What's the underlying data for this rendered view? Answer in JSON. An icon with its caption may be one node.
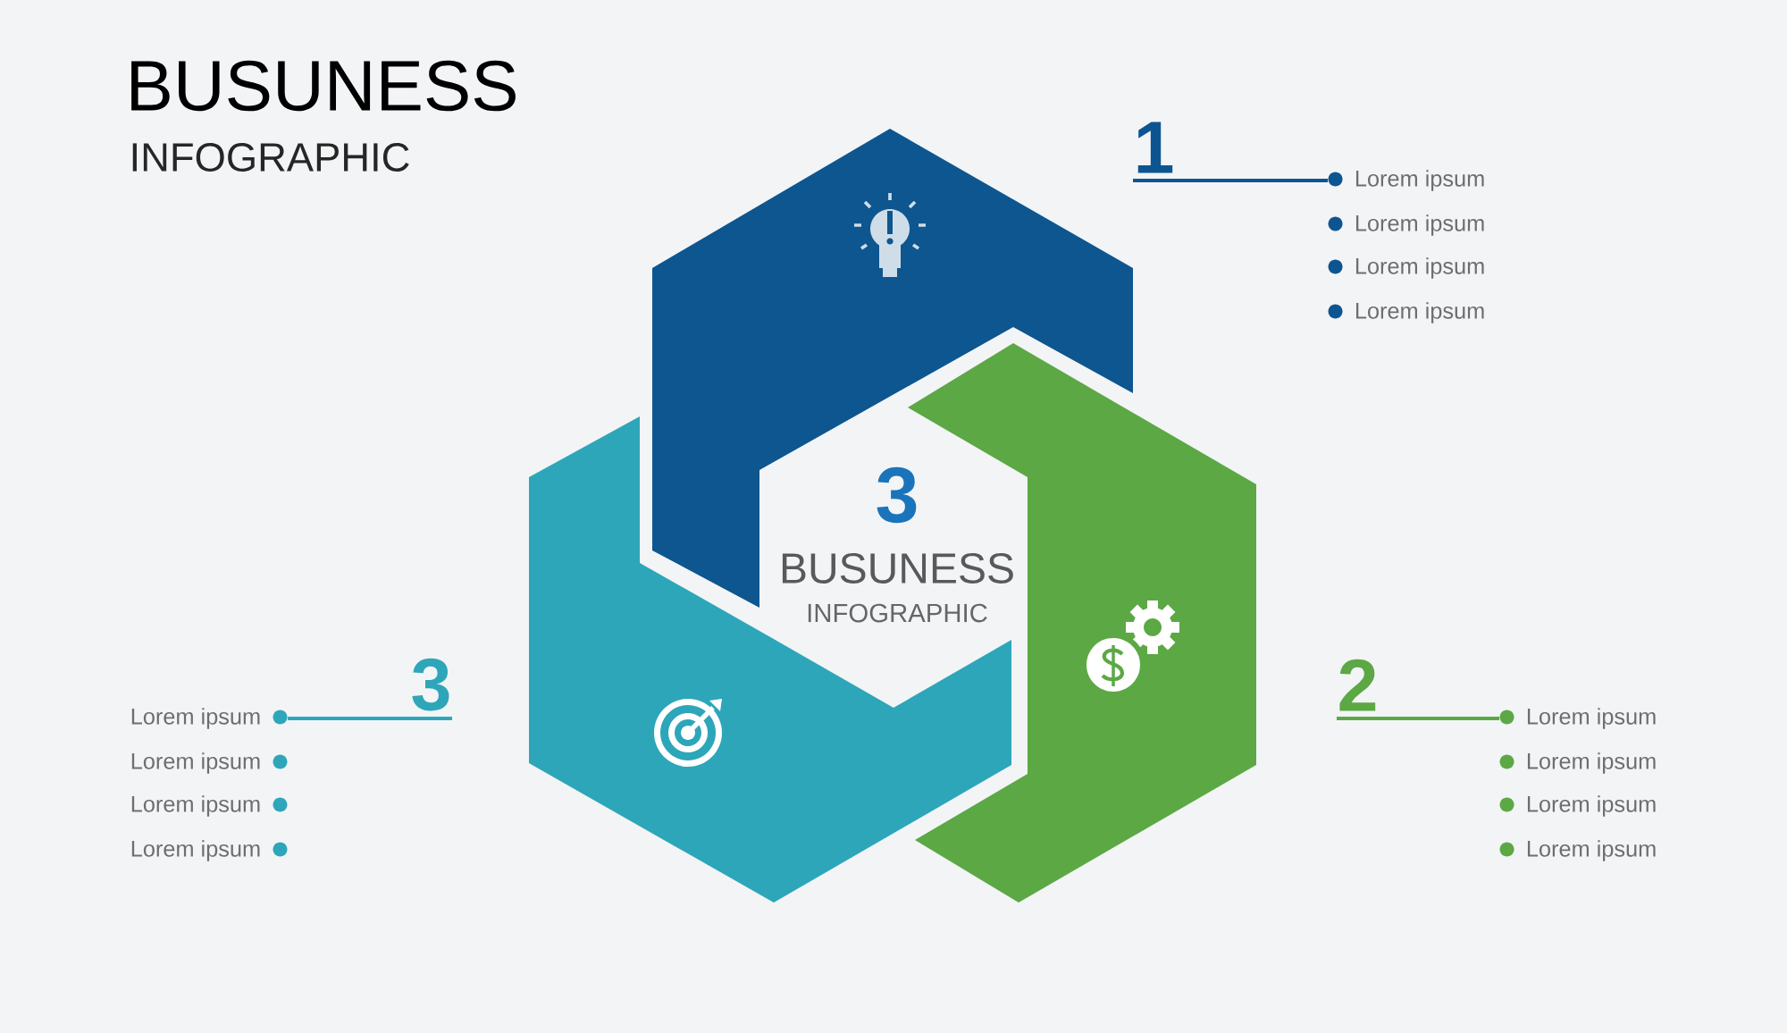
{
  "diagram": {
    "title": "BUSUNESS",
    "nodes": [
      {
        "text": [
          "1"
        ]
      },
      {
        "text": [
          "Lorem ipsum"
        ]
      },
      {
        "text": [
          "Lorem ipsum"
        ]
      },
      {
        "text": [
          "Lorem ipsum"
        ]
      },
      {
        "text": [
          "Lorem ipsum"
        ]
      },
      {
        "text": [
          "2"
        ]
      },
      {
        "text": [
          "Lorem ipsum"
        ]
      },
      {
        "text": [
          "Lorem ipsum"
        ]
      },
      {
        "text": [
          "Lorem ipsum"
        ]
      },
      {
        "text": [
          "Lorem ipsum"
        ]
      },
      {
        "text": [
          "3"
        ]
      },
      {
        "text": [
          "Lorem ipsum"
        ]
      },
      {
        "text": [
          "Lorem ipsum"
        ]
      },
      {
        "text": [
          "Lorem ipsum"
        ]
      },
      {
        "text": [
          "Lorem ipsum"
        ]
      }
    ],
    "edges": [
      {
        "from": 0,
        "to": 1,
        "arrow": "none",
        "color": "#0d5590"
      },
      {
        "from": 5,
        "to": 6,
        "arrow": "none",
        "color": "#5ba845"
      },
      {
        "from": 10,
        "to": 11,
        "arrow": "none",
        "color": "#2ea6ba"
      }
    ],
    "labels": [
      "INFOGRAPHIC",
      "3",
      "BUSUNESS",
      "INFOGRAPHIC"
    ]
  }
}
